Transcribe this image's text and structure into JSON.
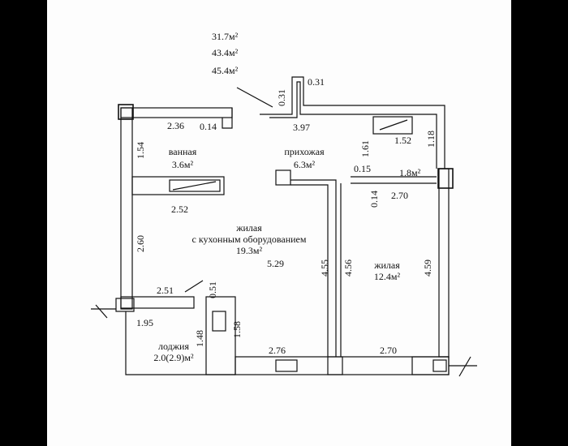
{
  "areas": {
    "living_area": "31.7м²",
    "total_area": "43.4м²",
    "total_area_with_loggia": "45.4м²"
  },
  "rooms": {
    "bathroom": {
      "name": "ванная",
      "area": "3.6м²"
    },
    "hallway": {
      "name": "прихожая",
      "area": "6.3м²"
    },
    "living_kitchen": {
      "name_line1": "жилая",
      "name_line2": "с кухонным оборудованием",
      "area": "19.3м²"
    },
    "living": {
      "name": "жилая",
      "area": "12.4м²"
    },
    "loggia": {
      "name": "лоджия",
      "area": "2.0(2.9)м²"
    },
    "closet": {
      "area": "1.8м²"
    }
  },
  "dimensions": {
    "top_notch_left": "0.31",
    "top_notch_right": "0.31",
    "bath_top": "2.36",
    "bath_nook": "0.14",
    "hall_top": "3.97",
    "closet_top": "1.52",
    "closet_side_left": "1.61",
    "closet_side_right": "1.18",
    "closet_wall": "0.15",
    "room_wall_small": "0.14",
    "room_top": "2.70",
    "bath_side": "1.54",
    "bath_bottom": "2.52",
    "kitchen_side": "2.60",
    "kitchen_width": "5.29",
    "partition_left": "4.55",
    "partition_right": "4.56",
    "room_side": "4.59",
    "kitchen_bottom_left": "2.51",
    "kitchen_wall_small": "0.51",
    "loggia_top": "1.95",
    "loggia_side": "1.48",
    "column_side": "1.58",
    "kitchen_bottom_right": "2.76",
    "room_bottom": "2.70"
  }
}
